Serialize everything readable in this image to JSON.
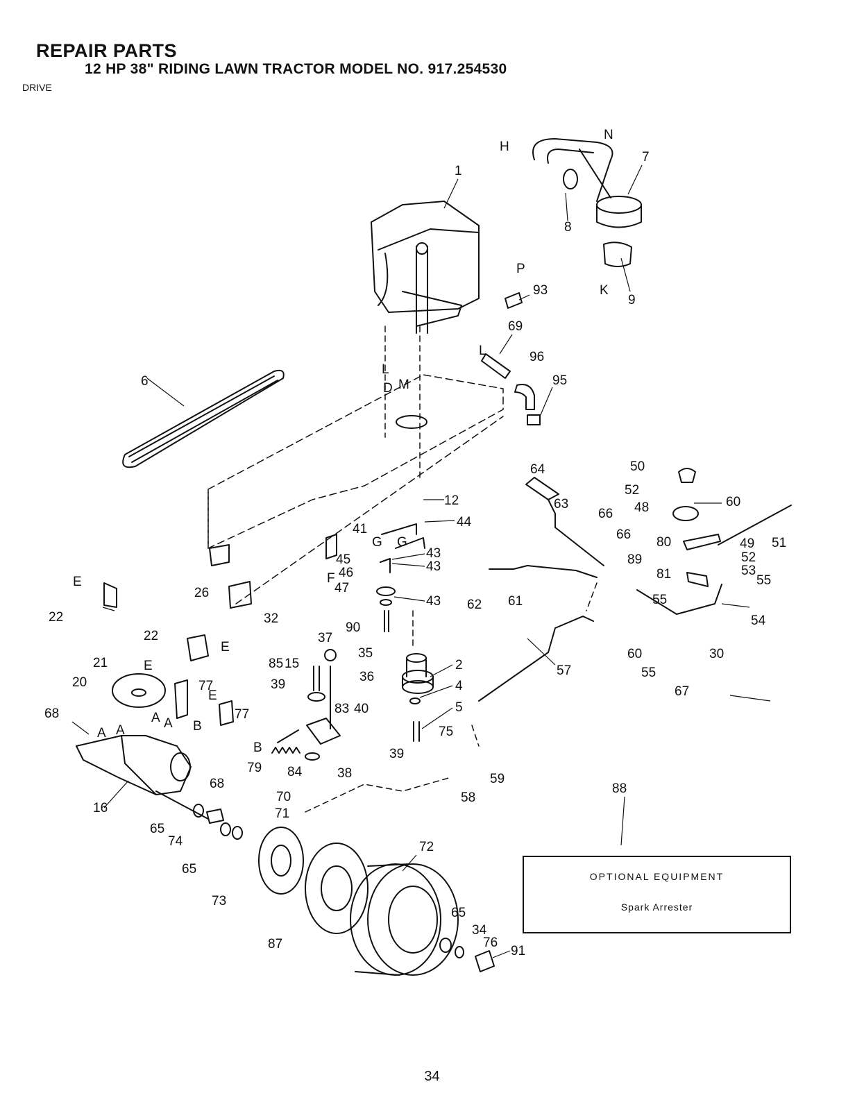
{
  "header": {
    "title": "REPAIR PARTS",
    "subtitle": "12 HP 38\" RIDING LAWN TRACTOR MODEL NO. 917.254530",
    "section": "DRIVE"
  },
  "optional_box": {
    "title": "OPTIONAL EQUIPMENT",
    "item": "Spark Arrester"
  },
  "page_number": "34",
  "callouts": [
    "1",
    "6",
    "7",
    "8",
    "9",
    "N",
    "H",
    "K",
    "P",
    "93",
    "69",
    "96",
    "95",
    "L",
    "M",
    "D",
    "L",
    "12",
    "44",
    "41",
    "G",
    "G",
    "45",
    "46",
    "F",
    "47",
    "43",
    "43",
    "43",
    "90",
    "2",
    "4",
    "5",
    "37",
    "35",
    "36",
    "85",
    "15",
    "39",
    "83",
    "40",
    "39",
    "38",
    "84",
    "79",
    "77",
    "77",
    "22",
    "E",
    "E",
    "E",
    "B",
    "B",
    "21",
    "20",
    "68",
    "A",
    "A",
    "A",
    "A",
    "16",
    "68",
    "65",
    "74",
    "65",
    "70",
    "71",
    "73",
    "87",
    "72",
    "65",
    "34",
    "76",
    "91",
    "75",
    "59",
    "58",
    "57",
    "62",
    "61",
    "64",
    "63",
    "66",
    "66",
    "89",
    "50",
    "52",
    "60",
    "48",
    "80",
    "49",
    "51",
    "52",
    "53",
    "55",
    "81",
    "55",
    "30",
    "54",
    "60",
    "55",
    "67",
    "88",
    "26",
    "32",
    "22",
    "E"
  ]
}
